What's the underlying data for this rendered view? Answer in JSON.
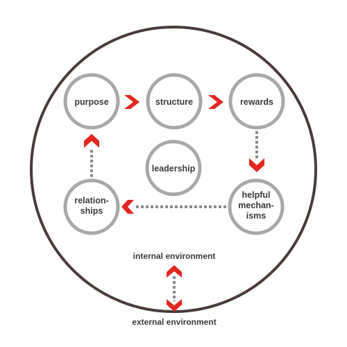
{
  "diagram": {
    "nodes": {
      "purpose": "purpose",
      "structure": "structure",
      "rewards": "rewards",
      "leadership": "leadership",
      "helpful_line1": "helpful",
      "helpful_line2": "mechan-",
      "helpful_line3": "isms",
      "relationships_line1": "relation-",
      "relationships_line2": "ships"
    },
    "environment": {
      "internal": "internal environment",
      "external": "external environment"
    },
    "colors": {
      "outer_circle": "#4a3b3b",
      "node_ring": "#a8a8a8",
      "arrow": "#e3261f",
      "dotted_line": "#8a8a8a",
      "text": "#3a3a3a"
    }
  }
}
